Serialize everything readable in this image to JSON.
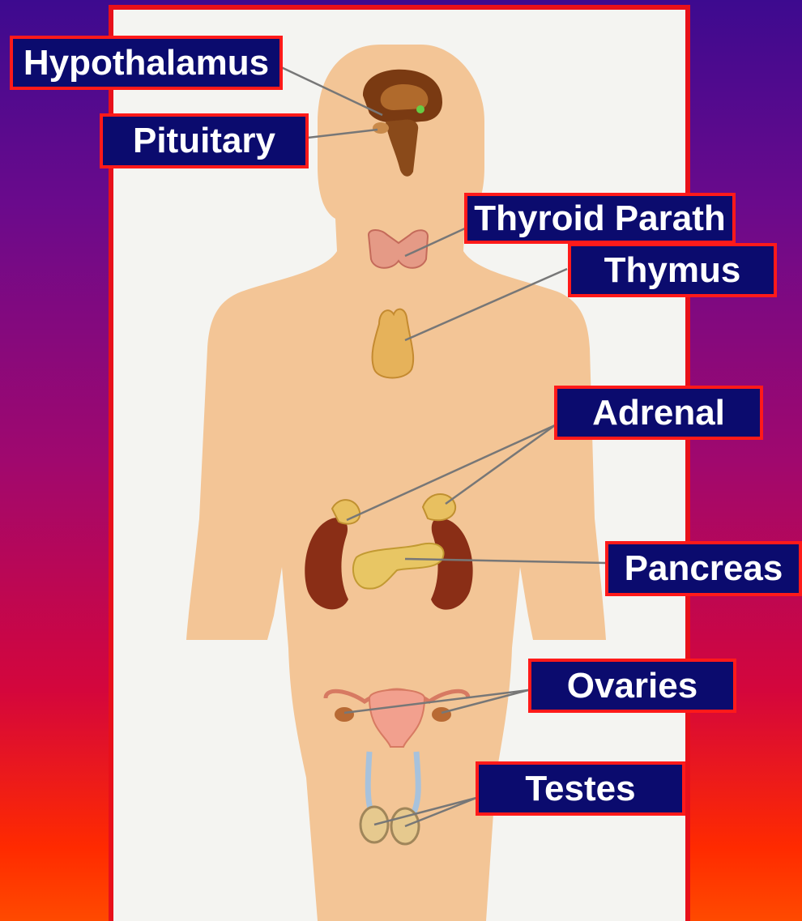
{
  "labels": {
    "hypothalamus": "Hypothalamus",
    "pituitary": "Pituitary",
    "thyroid": "Thyroid Parath",
    "thymus": "Thymus",
    "adrenal": "Adrenal",
    "pancreas": "Pancreas",
    "ovaries": "Ovaries",
    "testes": "Testes"
  },
  "colors": {
    "label_bg": "#0b0b6e",
    "label_border": "#ff1a1a",
    "skin": "#f3c596",
    "panel_border": "#e8101a"
  }
}
